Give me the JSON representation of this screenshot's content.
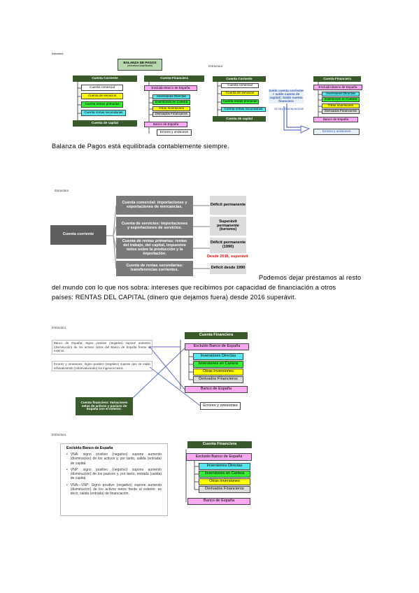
{
  "section1": {
    "small_title": "Estructura",
    "banner_title": "BALANZA DE PAGOS",
    "banner_subtitle": "(estructura simplificada)",
    "cuenta_corriente": "Cuenta Corriente",
    "cc_items": [
      "Cuenta comercial",
      "Cuenta de servicios",
      "Cuenta rentas primarias",
      "Cuenta rentas secundarias"
    ],
    "cuenta_capital": "Cuenta de capital",
    "cuenta_financiera": "Cuenta Financiera",
    "cf_items": [
      "Excluido Banco de España",
      "Inversiones Directas",
      "Inversiones en Cartera",
      "Otras Inversiones",
      "Derivados Financieros"
    ],
    "banco_espana": "Banco de España",
    "errores": "Errores y omisiones",
    "right_title": "Estructura",
    "saldo_text": "Saldo cuenta corriente + saldo cuenta de capital= Saldo cuenta financiera",
    "discrepancias": "Si hay discrepancias"
  },
  "paragraph1": "Balanza de Pagos está equilibrada contablemente siempre.",
  "section2": {
    "title": "Estructura",
    "root": "Cuenta corriente",
    "rows": [
      {
        "label": "Cuenta comercial: importaciones y exportaciones de mercancías.",
        "result": "Déficit permanente",
        "extra": ""
      },
      {
        "label": "Cuenta de servicios: importaciones y exportaciones de servicios.",
        "result": "Superávit permanente (turismo)",
        "extra": ""
      },
      {
        "label": "Cuenta de rentas primarias: rentas del trabajo, del capital, impuestos netos sobre la producción y la importación.",
        "result": "Déficit permanente (1990)",
        "extra": "Desde 2016, superávit"
      },
      {
        "label": "Cuenta de rentas secundarias: transferencias corrientes.",
        "result": "Déficit desde 1990",
        "extra": ""
      }
    ]
  },
  "paragraph2": {
    "line1": "Podemos dejar préstamos al resto",
    "line2": "del mundo con lo que nos sobra: intereses que recibimos por capacidad de financiación a otros",
    "line3": "países: RENTAS DEL CAPITAL (dinero que dejamos fuera) desde 2016 superávit."
  },
  "section3": {
    "title": "Estructura",
    "note1": "Banco de España: Signo positivo (negativo) supone aumento (disminución) de los activos netos del Banco de España frente al exterior.",
    "note2": "Errores y omisiones: Signo positivo (negativo) supone que se están infravalorando (sobrevalorando) los ingresos netos.",
    "note3": "Cuenta financiera: Variaciones netas de activos y pasivos de España con el exterior.",
    "cuenta_financiera": "Cuenta Financiera",
    "excluido": "Excluido Banco de España",
    "items": [
      "Inversiones Directas",
      "Inversiones en Cartera",
      "Otras Inversiones",
      "Derivados Financieros"
    ],
    "banco_espana": "Banco de España",
    "errores": "Errores y omisiones"
  },
  "section4": {
    "title": "Estructura",
    "card_title": "Excluido Banco de España",
    "bullets": [
      "VNA: signo positivo (negativo) supone aumento (disminución) de los activos y, por tanto, salida (entrada) de capital.",
      "VNP: signo positivo (negativo) supone aumento (disminución) de los pasivos y, por tanto, entrada (salida) de capital.",
      "VNA—VNP: Signo positivo (negativo) supone aumento (disminución) de los activos netos frente al exterior, es decir, salida (entrada) de financiación."
    ],
    "cuenta_financiera": "Cuenta Financiera",
    "excluido": "Excluido Banco de España",
    "items": [
      "Inversiones Directas",
      "Inversiones en Cartera",
      "Otras Inversiones",
      "Derivados Financieros"
    ],
    "banco_espana": "Banco de España"
  },
  "colors": {
    "dark_green": "#3a5a2c",
    "gray": "#7a7a7a",
    "pink": "#f7a8f0",
    "cyan": "#55e6ee",
    "green": "#33ee33",
    "yellow": "#ffff00",
    "red": "#e01010",
    "arrow_blue": "#5a6fd0"
  }
}
